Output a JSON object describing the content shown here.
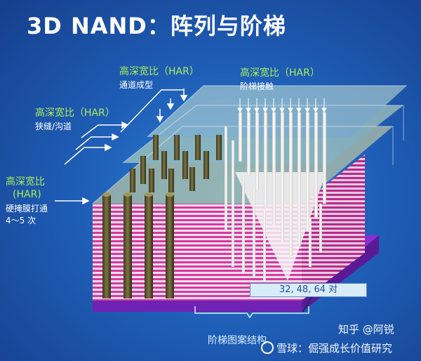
{
  "title": "3D NAND：阵列与阶梯",
  "labels": {
    "har_channel": {
      "heading": "高深宽比（HAR）",
      "sub": "通道成型"
    },
    "har_staircase": {
      "heading": "高深宽比（HAR）",
      "sub": "阶梯接触"
    },
    "har_slit": {
      "heading": "高深宽比（HAR）",
      "sub": "狭缝/沟道"
    },
    "har_hardmask": {
      "heading_line1": "高深宽比",
      "heading_line2": "(HAR)",
      "sub_line1": "硬掩膜打通",
      "sub_line2": "4～5 次"
    }
  },
  "layer_count": "32, 48, 64 对",
  "staircase_pattern_label": "阶梯图案结构",
  "watermarks": {
    "zhihu": "知乎 @阿锐",
    "xueqiu": "雪球：倔强成长价值研究"
  },
  "colors": {
    "background": "#1f5fb8",
    "label_green": "#a9ef5a",
    "stack_magenta": "#d7389f",
    "substrate_purple": "#8a2fd0"
  }
}
